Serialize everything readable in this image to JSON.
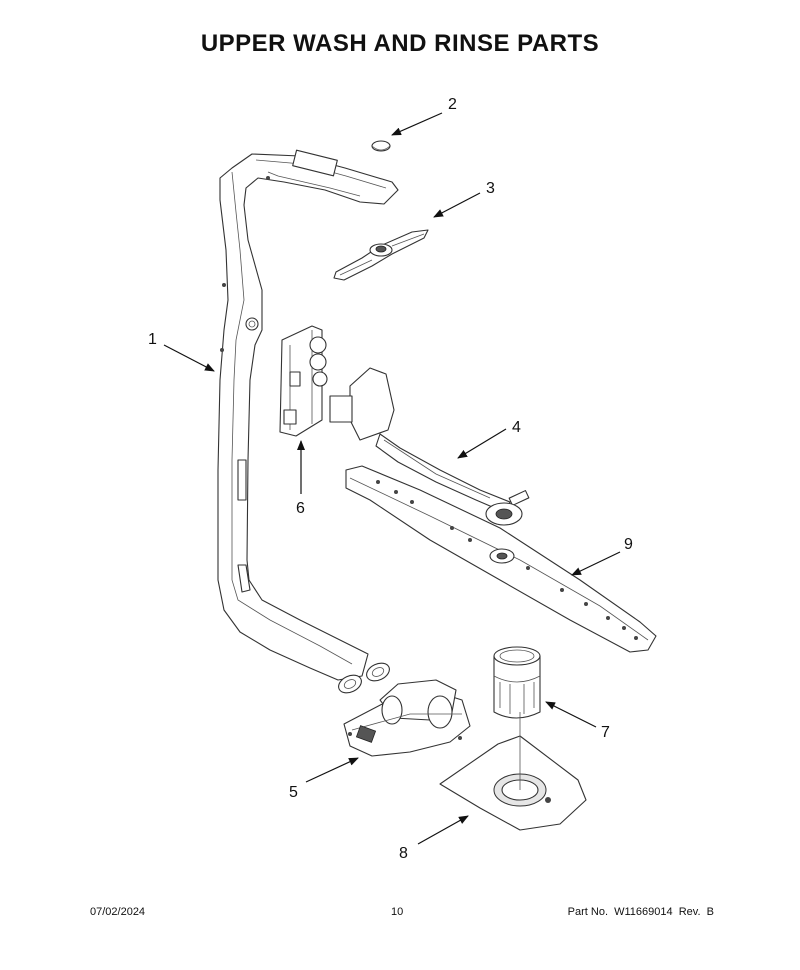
{
  "title": "UPPER WASH AND RINSE PARTS",
  "callouts": [
    {
      "id": "1",
      "label": "1"
    },
    {
      "id": "2",
      "label": "2"
    },
    {
      "id": "3",
      "label": "3"
    },
    {
      "id": "4",
      "label": "4"
    },
    {
      "id": "5",
      "label": "5"
    },
    {
      "id": "6",
      "label": "6"
    },
    {
      "id": "7",
      "label": "7"
    },
    {
      "id": "8",
      "label": "8"
    },
    {
      "id": "9",
      "label": "9"
    }
  ],
  "footer": {
    "date": "07/02/2024",
    "page": "10",
    "part": "Part No.  W11669014  Rev.  B"
  }
}
